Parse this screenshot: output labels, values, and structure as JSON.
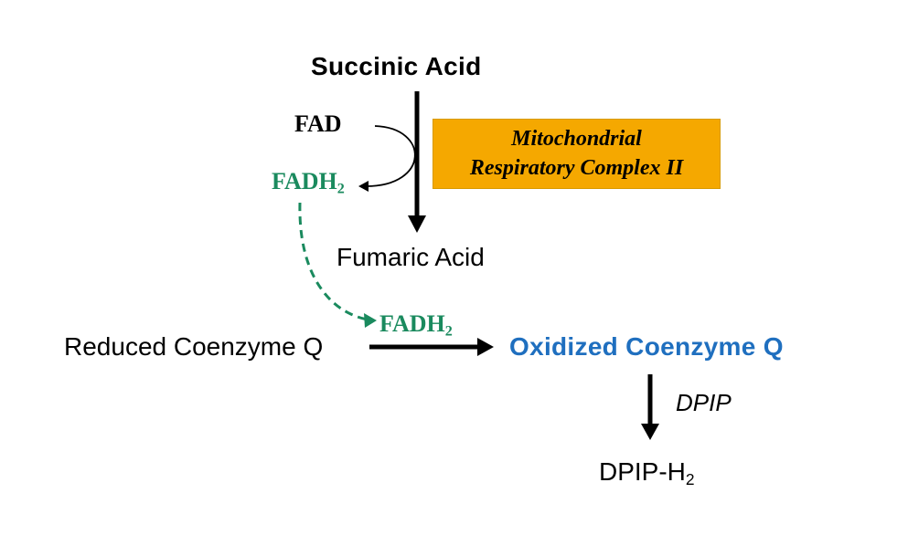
{
  "colors": {
    "green": "#1a8a5e",
    "blue": "#1f6fbf",
    "box_fill": "#f5a800",
    "black": "#000000"
  },
  "labels": {
    "succinic_acid": "Succinic Acid",
    "fad": "FAD",
    "fadh_base": "FADH",
    "fadh_sub": "2",
    "fumaric_acid": "Fumaric Acid",
    "reduced_coq": "Reduced Coenzyme Q",
    "oxidized_coq": "Oxidized Coenzyme Q",
    "dpip": "DPIP",
    "dpiph_base": "DPIP-H",
    "dpiph_sub": "2"
  },
  "complex": {
    "line1": "Mitochondrial",
    "line2": "Respiratory Complex II"
  }
}
